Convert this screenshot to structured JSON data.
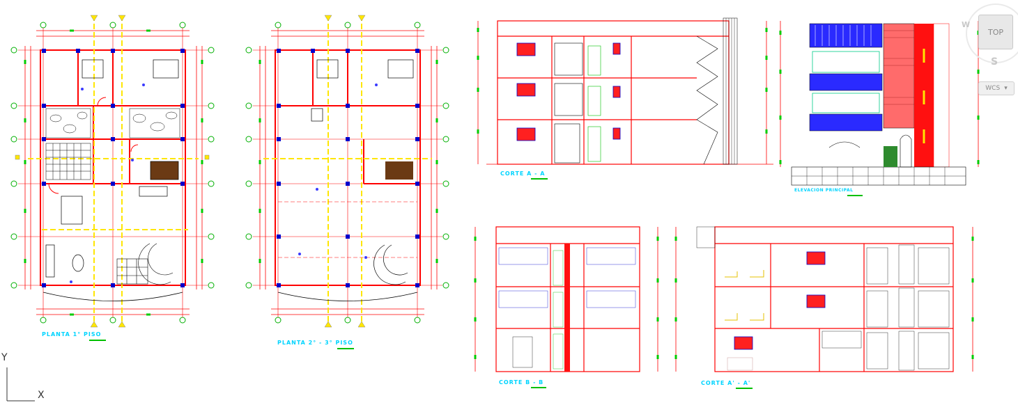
{
  "drawings": {
    "planta_1": {
      "title": "PLANTA 1° PISO"
    },
    "planta_2": {
      "title": "PLANTA 2° - 3° PISO"
    },
    "corte_a": {
      "title": "CORTE A - A"
    },
    "elevacion": {
      "title": "ELEVACION PRINCIPAL"
    },
    "corte_b": {
      "title": "CORTE B - B"
    },
    "corte_a2": {
      "title": "CORTE A' - A'"
    }
  },
  "viewcube": {
    "top_label": "TOP",
    "west_label": "W",
    "south_label": "S",
    "wcs_label": "WCS"
  },
  "ucs": {
    "x_label": "X",
    "y_label": "Y"
  },
  "colors": {
    "wall": "#ff0000",
    "dim": "#00cc00",
    "axis": "#ffff00",
    "text": "#00d4ff",
    "column": "#0000cc"
  }
}
